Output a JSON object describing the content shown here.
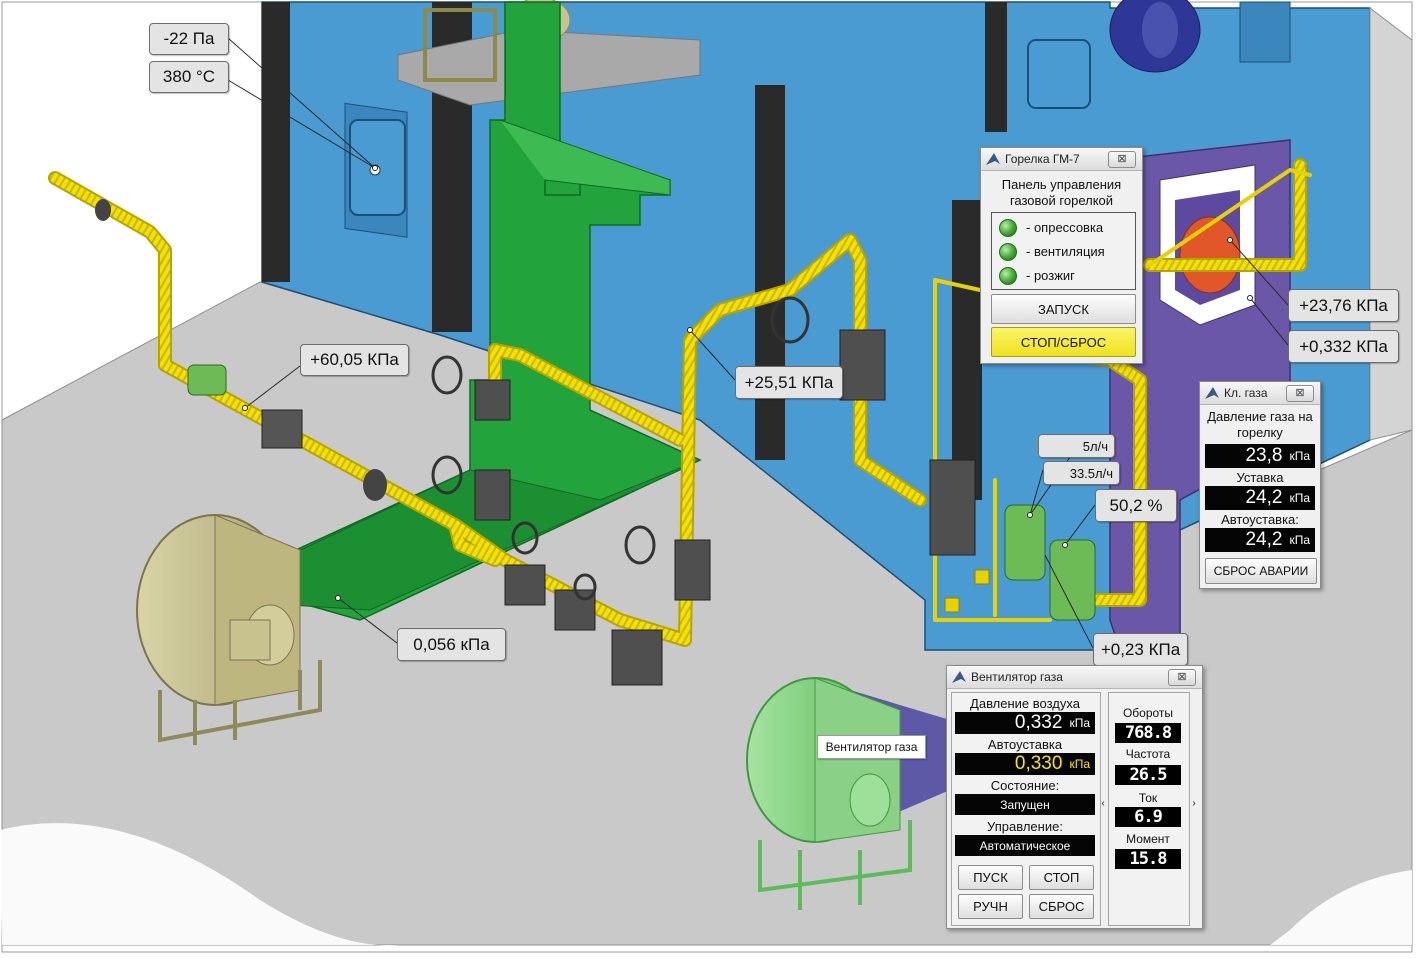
{
  "colors": {
    "wall": "#4a9bd1",
    "pipe_gas": "#f3e100",
    "duct_air": "#22a33c",
    "floor": "#c9c9c9",
    "fan_body": "#c8c28e",
    "burner_panel": "#6b57a8",
    "burner": "#e2572a",
    "alarm_button": "#f6ec23"
  },
  "callouts": {
    "furnace_pressure": "-22 Па",
    "furnace_temp": "380 °С",
    "gas_inlet_pressure": "+60,05 КПа",
    "gas_after_valves_pressure": "+25,51 КПа",
    "air_duct_pressure": "0,056 кПа",
    "burner_gas_pressure": "+23,76 КПа",
    "burner_air_pressure": "+0,332 КПа",
    "flow_1": "5л/ч",
    "flow_2": "33.5л/ч",
    "regulator_position": "50,2 %",
    "regulator_pressure": "+0,23 КПа",
    "fan_tooltip": "Вентилятор газа"
  },
  "burner_window": {
    "title": "Горелка ГМ-7",
    "close": "⊠",
    "heading": "Панель управления газовой горелкой",
    "indicators": [
      {
        "label": "- опрессовка"
      },
      {
        "label": "- вентиляция"
      },
      {
        "label": "- розжиг"
      }
    ],
    "start_button": "ЗАПУСК",
    "stop_button": "СТОП/СБРОС"
  },
  "gas_window": {
    "title": "Кл. газа",
    "close": "⊠",
    "pressure_label": "Давление газа на горелку",
    "pressure_value": "23,8",
    "pressure_unit": "кПа",
    "setpoint_label": "Уставка",
    "setpoint_value": "24,2",
    "setpoint_unit": "кПа",
    "auto_setpoint_label": "Автоуставка:",
    "auto_setpoint_value": "24,2",
    "auto_setpoint_unit": "кПа",
    "reset_button": "СБРОС АВАРИИ"
  },
  "fan_window": {
    "title": "Вентилятор газа",
    "close": "⊠",
    "air_pressure_label": "Давление воздуха",
    "air_pressure_value": "0,332",
    "air_pressure_unit": "кПа",
    "auto_setpoint_label": "Автоуставка",
    "auto_setpoint_value": "0,330",
    "auto_setpoint_unit": "кПа",
    "state_label": "Состояние:",
    "state_value": "Запущен",
    "control_label": "Управление:",
    "control_value": "Автоматическое",
    "start_button": "ПУСК",
    "stop_button": "СТОП",
    "manual_button": "РУЧН",
    "reset_button": "СБРОС",
    "rpm_label": "Обороты",
    "rpm_value": "768.8",
    "freq_label": "Частота",
    "freq_value": "26.5",
    "current_label": "Ток",
    "current_value": "6.9",
    "torque_label": "Момент",
    "torque_value": "15.8",
    "scroll_left": "‹",
    "scroll_right": "›"
  }
}
